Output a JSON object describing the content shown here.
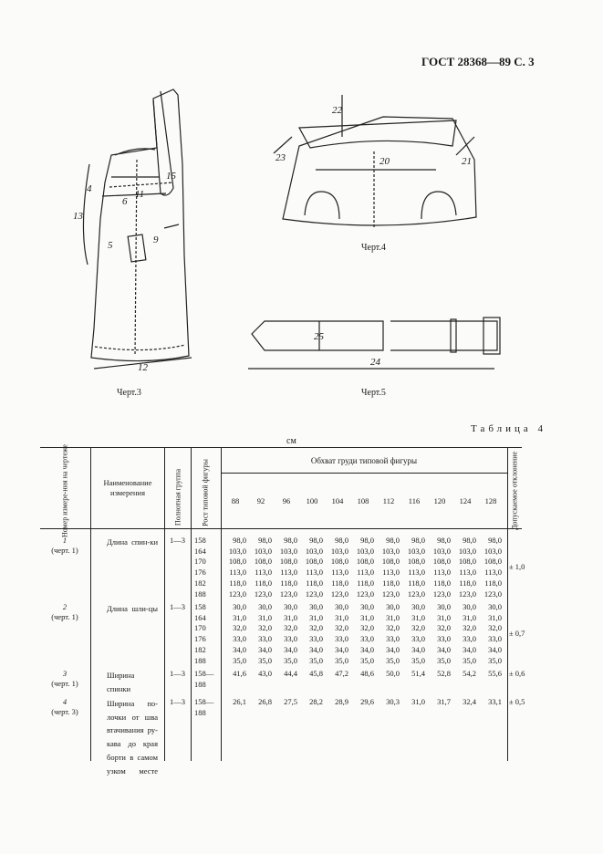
{
  "header": "ГОСТ 28368—89 С. 3",
  "figures": {
    "fig3": {
      "caption": "Черт.3",
      "labels": [
        "4",
        "6",
        "11",
        "13",
        "5",
        "15",
        "9",
        "12"
      ]
    },
    "fig4": {
      "caption": "Черт.4",
      "labels": [
        "22",
        "23",
        "20",
        "21"
      ]
    },
    "fig5": {
      "caption": "Черт.5",
      "labels": [
        "25",
        "24"
      ]
    }
  },
  "table": {
    "caption": "Таблица 4",
    "unit": "см",
    "col_headers": {
      "index": "Номер измере-ния на чертеже",
      "name": "Наименование измерения",
      "group": "Полнотная группа",
      "height": "Рост типовой фигуры",
      "chest_group": "Обхват груди типовой фигуры",
      "tolerance": "Допускаемое отклонение"
    },
    "chest_sizes": [
      "88",
      "92",
      "96",
      "100",
      "104",
      "108",
      "112",
      "116",
      "120",
      "124",
      "128"
    ],
    "rows": [
      {
        "num": "1",
        "ref": "(черт. 1)",
        "name": "Длина спин-ки",
        "group": "1—3",
        "heights": [
          "158",
          "164",
          "170",
          "176",
          "182",
          "188"
        ],
        "values": [
          [
            "98,0",
            "98,0",
            "98,0",
            "98,0",
            "98,0",
            "98,0",
            "98,0",
            "98,0",
            "98,0",
            "98,0",
            "98,0"
          ],
          [
            "103,0",
            "103,0",
            "103,0",
            "103,0",
            "103,0",
            "103,0",
            "103,0",
            "103,0",
            "103,0",
            "103,0",
            "103,0"
          ],
          [
            "108,0",
            "108,0",
            "108,0",
            "108,0",
            "108,0",
            "108,0",
            "108,0",
            "108,0",
            "108,0",
            "108,0",
            "108,0"
          ],
          [
            "113,0",
            "113,0",
            "113,0",
            "113,0",
            "113,0",
            "113,0",
            "113,0",
            "113,0",
            "113,0",
            "113,0",
            "113,0"
          ],
          [
            "118,0",
            "118,0",
            "118,0",
            "118,0",
            "118,0",
            "118,0",
            "118,0",
            "118,0",
            "118,0",
            "118,0",
            "118,0"
          ],
          [
            "123,0",
            "123,0",
            "123,0",
            "123,0",
            "123,0",
            "123,0",
            "123,0",
            "123,0",
            "123,0",
            "123,0",
            "123,0"
          ]
        ],
        "tol": "± 1,0"
      },
      {
        "num": "2",
        "ref": "(черт. 1)",
        "name": "Длина шли-цы",
        "group": "1—3",
        "heights": [
          "158",
          "164",
          "170",
          "176",
          "182",
          "188"
        ],
        "values": [
          [
            "30,0",
            "30,0",
            "30,0",
            "30,0",
            "30,0",
            "30,0",
            "30,0",
            "30,0",
            "30,0",
            "30,0",
            "30,0"
          ],
          [
            "31,0",
            "31,0",
            "31,0",
            "31,0",
            "31,0",
            "31,0",
            "31,0",
            "31,0",
            "31,0",
            "31,0",
            "31,0"
          ],
          [
            "32,0",
            "32,0",
            "32,0",
            "32,0",
            "32,0",
            "32,0",
            "32,0",
            "32,0",
            "32,0",
            "32,0",
            "32,0"
          ],
          [
            "33,0",
            "33,0",
            "33,0",
            "33,0",
            "33,0",
            "33,0",
            "33,0",
            "33,0",
            "33,0",
            "33,0",
            "33,0"
          ],
          [
            "34,0",
            "34,0",
            "34,0",
            "34,0",
            "34,0",
            "34,0",
            "34,0",
            "34,0",
            "34,0",
            "34,0",
            "34,0"
          ],
          [
            "35,0",
            "35,0",
            "35,0",
            "35,0",
            "35,0",
            "35,0",
            "35,0",
            "35,0",
            "35,0",
            "35,0",
            "35,0"
          ]
        ],
        "tol": "± 0,7"
      },
      {
        "num": "3",
        "ref": "(черт. 1)",
        "name": "Ширина спинки",
        "group": "1—3",
        "heights": [
          "158—",
          "188"
        ],
        "values": [
          [
            "41,6",
            "43,0",
            "44,4",
            "45,8",
            "47,2",
            "48,6",
            "50,0",
            "51,4",
            "52,8",
            "54,2",
            "55,6"
          ]
        ],
        "tol": "± 0,6"
      },
      {
        "num": "4",
        "ref": "(черт. 3)",
        "name": "Ширина по-лочки от шва втачивания ру-кава до края борти в самом узком месте",
        "group": "1—3",
        "heights": [
          "158—",
          "188"
        ],
        "values": [
          [
            "26,1",
            "26,8",
            "27,5",
            "28,2",
            "28,9",
            "29,6",
            "30,3",
            "31,0",
            "31,7",
            "32,4",
            "33,1"
          ]
        ],
        "tol": "± 0,5"
      }
    ]
  }
}
